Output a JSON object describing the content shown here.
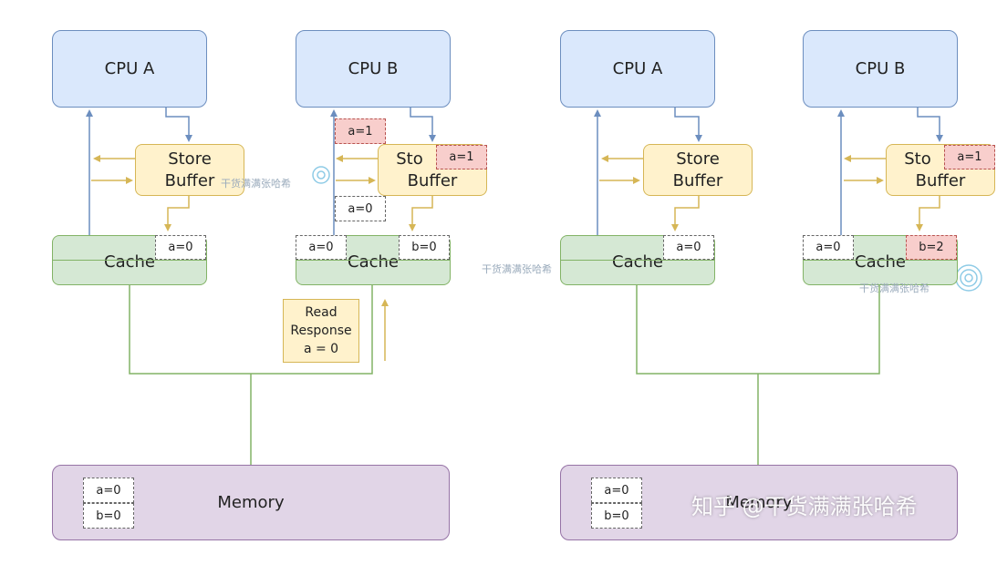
{
  "colors": {
    "cpu_fill": "#dae8fc",
    "cpu_stroke": "#6c8ebf",
    "buffer_fill": "#fff2cc",
    "buffer_stroke": "#d6b656",
    "cache_fill": "#d5e8d4",
    "cache_stroke": "#82b366",
    "memory_fill": "#e1d5e7",
    "memory_stroke": "#9673a6",
    "highlight_fill": "#f8cecc"
  },
  "left": {
    "cpu_a": "CPU A",
    "cpu_b": "CPU B",
    "store_buffer_a": [
      "Store",
      "Buffer"
    ],
    "store_buffer_b": [
      "Sto",
      "Buffer"
    ],
    "store_buffer_b_value": "a=1",
    "cache_a_label": "Cache",
    "cache_a_value": "a=0",
    "cache_b_label": "Cache",
    "cache_b_values": [
      "a=0",
      "b=0"
    ],
    "above_buffer_b_value": "a=1",
    "below_buffer_b_value": "a=0",
    "read_response": [
      "Read",
      "Response",
      "a = 0"
    ],
    "memory_label": "Memory",
    "memory_values": [
      "a=0",
      "b=0"
    ]
  },
  "right": {
    "cpu_a": "CPU A",
    "cpu_b": "CPU B",
    "store_buffer_a": [
      "Store",
      "Buffer"
    ],
    "store_buffer_b": [
      "Sto",
      "Buffer"
    ],
    "store_buffer_b_value": "a=1",
    "cache_a_label": "Cache",
    "cache_a_value": "a=0",
    "cache_b_label": "Cache",
    "cache_b_values": [
      "a=0",
      "b=2"
    ],
    "memory_label": "Memory",
    "memory_values": [
      "a=0",
      "b=0"
    ]
  },
  "watermarks": {
    "small": "干货满满张哈希",
    "large": "知乎 @干货满满张哈希"
  }
}
